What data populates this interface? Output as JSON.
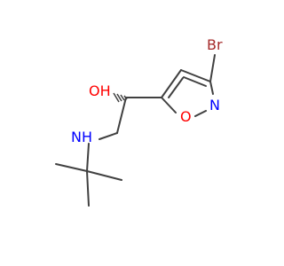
{
  "molecule": {
    "atoms": {
      "bromine": "Br",
      "hydroxyl": "OH",
      "amine": "NH",
      "ring_nitrogen": "N",
      "ring_oxygen": "O"
    },
    "colors": {
      "bond": "#404040",
      "bromine": "#a52a2a",
      "oxygen": "#ff0000",
      "nitrogen": "#0000ff",
      "amine": "#0000ff"
    }
  }
}
